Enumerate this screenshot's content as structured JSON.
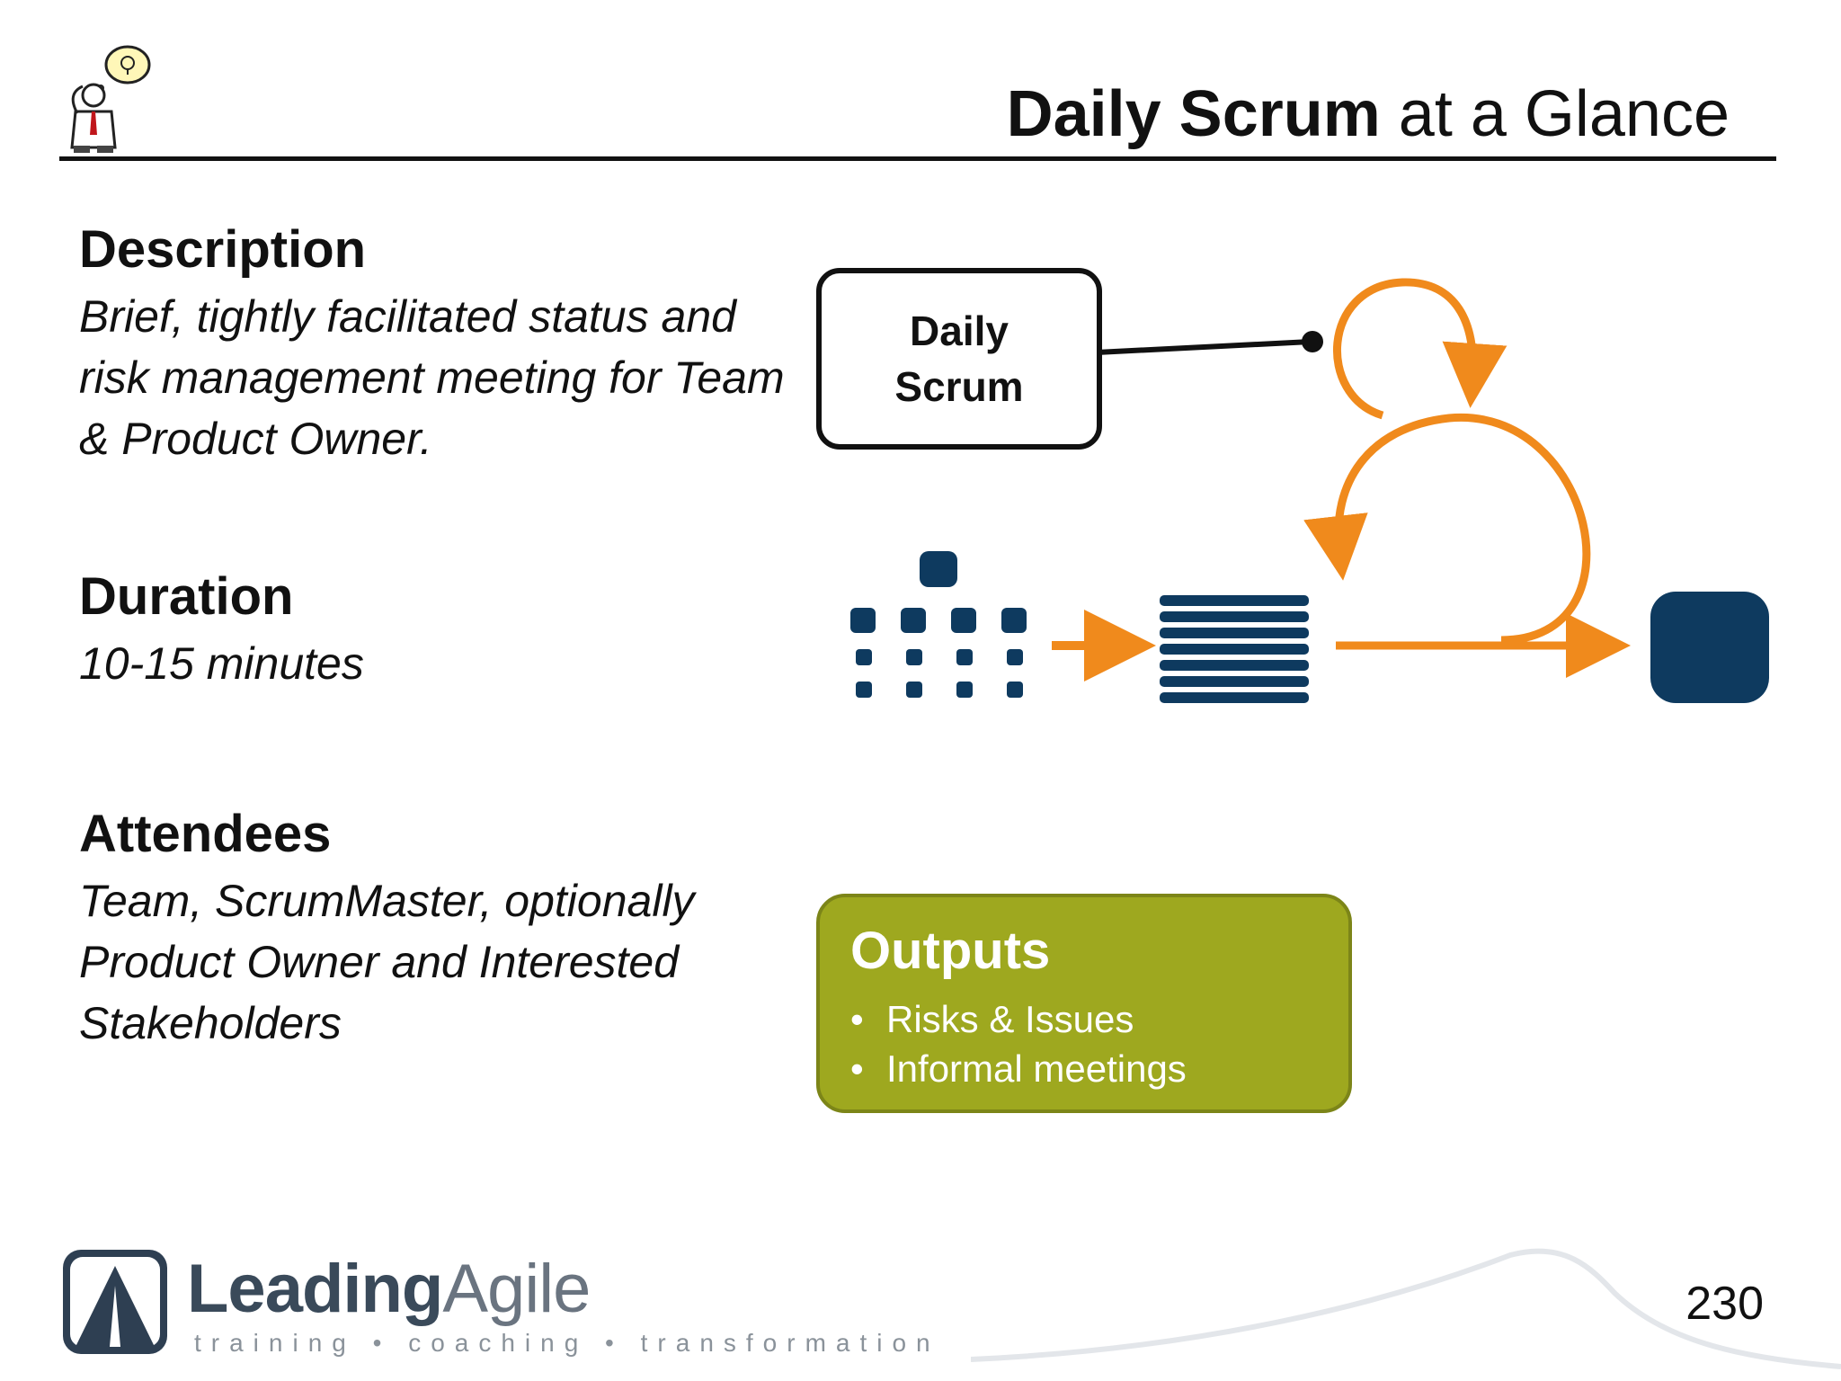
{
  "title": {
    "bold": "Daily Scrum",
    "rest": " at a Glance"
  },
  "sections": {
    "description": {
      "heading": "Description",
      "text": "Brief, tightly facilitated status and risk management meeting for Team & Product Owner."
    },
    "duration": {
      "heading": "Duration",
      "text": "10-15 minutes"
    },
    "attendees": {
      "heading": "Attendees",
      "text": "Team, ScrumMaster, optionally Product Owner and Interested Stakeholders"
    }
  },
  "diagram": {
    "callout_label": "Daily Scrum",
    "colors": {
      "accent": "#f08a1c",
      "navy": "#0e3a5f",
      "outline": "#111111"
    }
  },
  "outputs": {
    "title": "Outputs",
    "items": [
      "Risks & Issues",
      "Informal meetings"
    ],
    "color": "#9ea81f"
  },
  "footer": {
    "logo_part1": "Leading",
    "logo_part2": "Agile",
    "tagline": "training • coaching • transformation",
    "page_number": "230"
  },
  "icons": [
    "thinking-person-icon",
    "logo-mark-icon"
  ]
}
